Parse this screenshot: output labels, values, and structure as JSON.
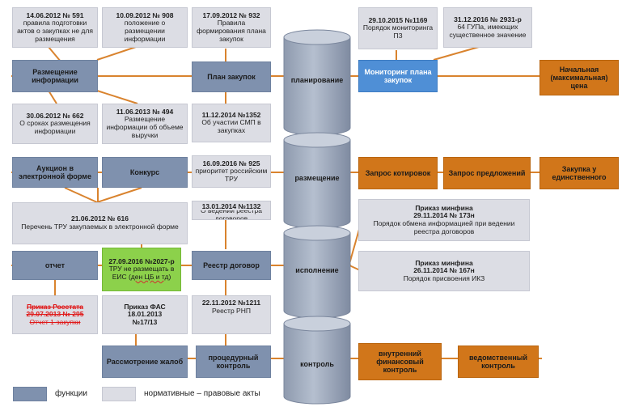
{
  "top_docs": {
    "d1": {
      "title": "14.06.2012 № 591",
      "text": "правила подготовки актов о закупках не для размещения"
    },
    "d2": {
      "title": "10.09.2012 № 908",
      "text": "положение о размещении информации"
    },
    "d3": {
      "title": "17.09.2012 № 932",
      "text": "Правила формирования плана закупок"
    },
    "d4": {
      "title": "29.10.2015 №1169",
      "text": "Порядок мониторинга ПЗ"
    },
    "d5": {
      "title": "31.12.2016 № 2931-р",
      "text": "64 ГУПа, имеющих существенное значение"
    }
  },
  "functions": {
    "razmeshchenie_info": "Размещение информации",
    "plan_zakupok": "План закупок",
    "auction": "Аукцион в электронной форме",
    "konkurs": "Конкурс",
    "otchet": "отчет",
    "reestr_dogovorov": "Реестр договор",
    "rassmotrenie_zhalob": "Рассмотрение жалоб",
    "procedurny_kontrol": "процедурный контроль"
  },
  "blue": {
    "monitoring": "Мониторинг плана закупок"
  },
  "orange": {
    "nachalnaya_cena": "Начальная (максимальная) цена",
    "zapros_kotirovok": "Запрос котировок",
    "zapros_predlozheniy": "Запрос предложений",
    "zakupka_edinstvennogo": "Закупка у единственного",
    "vnutrenniy_kontrol": "внутренний финансовый контроль",
    "vedomstvenny_kontrol": "ведомственный контроль"
  },
  "cylinders": {
    "planirovanie": "планирование",
    "razmeshchenie": "размещение",
    "ispolnenie": "исполнение",
    "kontrol": "контроль"
  },
  "mid_docs": {
    "d6": {
      "title": "30.06.2012 № 662",
      "text": "О сроках размещения информации"
    },
    "d7": {
      "title": "11.06.2013 № 494",
      "text": "Размещение информации об объеме выручки"
    },
    "d8": {
      "title": "11.12.2014 №1352",
      "text": "Об участии СМП в закупках"
    },
    "d9": {
      "title": "16.09.2016 № 925",
      "text": "приоритет российским ТРУ"
    },
    "d10": {
      "title": "21.06.2012 № 616",
      "text": "Перечень ТРУ закупаемых в электронной форме"
    },
    "d11": {
      "title": "13.01.2014 №1132",
      "text": "О ведении реестра договоров"
    },
    "d12": {
      "title": "Приказ минфина",
      "sub": "29.11.2014 № 173н",
      "text": "Порядок обмена информацией при ведении реестра договоров"
    },
    "d13": {
      "title": "Приказ минфина",
      "sub": "26.11.2014 № 167н",
      "text": "Порядок присвоения ИКЗ"
    },
    "green": {
      "title": "27.09.2016 №2027-р",
      "text_a": "ТРУ не размещать в ЕИС (",
      "text_wavy": "ден ЦБ и тд",
      "text_b": ")"
    },
    "d14": {
      "title": "Приказ Росстата",
      "sub": "29.07.2013 № 295",
      "text": "Отчет 1-закупки"
    },
    "d15": {
      "title": "Приказ ФАС",
      "sub": "18.01.2013",
      "text": "№17/13"
    },
    "d16": {
      "title": "22.11.2012 №1211",
      "text": "Реестр РНП"
    }
  },
  "legend": {
    "functions": "функции",
    "acts": "нормативные – правовые акты"
  }
}
